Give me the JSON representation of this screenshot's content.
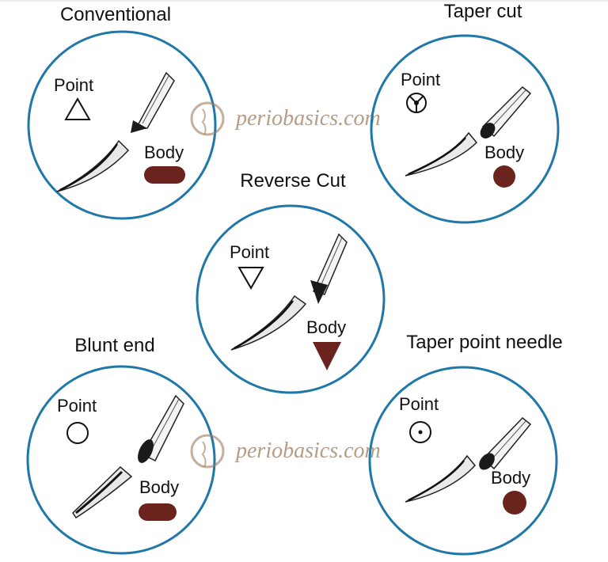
{
  "colors": {
    "circle": "#1f78a8",
    "body_shape": "#6b241d",
    "needle_dark": "#1a1a1a",
    "watermark": "#a07a5a"
  },
  "watermark_text": "periobasics.com",
  "panels": [
    {
      "key": "conventional",
      "title": "Conventional",
      "point_label": "Point",
      "body_label": "Body",
      "point_symbol": "triangle-up",
      "body_shape": "flat-oval"
    },
    {
      "key": "taper-cut",
      "title": "Taper cut",
      "point_label": "Point",
      "body_label": "Body",
      "point_symbol": "trefoil-circle",
      "body_shape": "round"
    },
    {
      "key": "reverse-cut",
      "title": "Reverse Cut",
      "point_label": "Point",
      "body_label": "Body",
      "point_symbol": "triangle-down",
      "body_shape": "triangle-down"
    },
    {
      "key": "blunt-end",
      "title": "Blunt end",
      "point_label": "Point",
      "body_label": "Body",
      "point_symbol": "circle",
      "body_shape": "flat-oval"
    },
    {
      "key": "taper-point",
      "title": "Taper point needle",
      "point_label": "Point",
      "body_label": "Body",
      "point_symbol": "dot-circle",
      "body_shape": "round"
    }
  ]
}
